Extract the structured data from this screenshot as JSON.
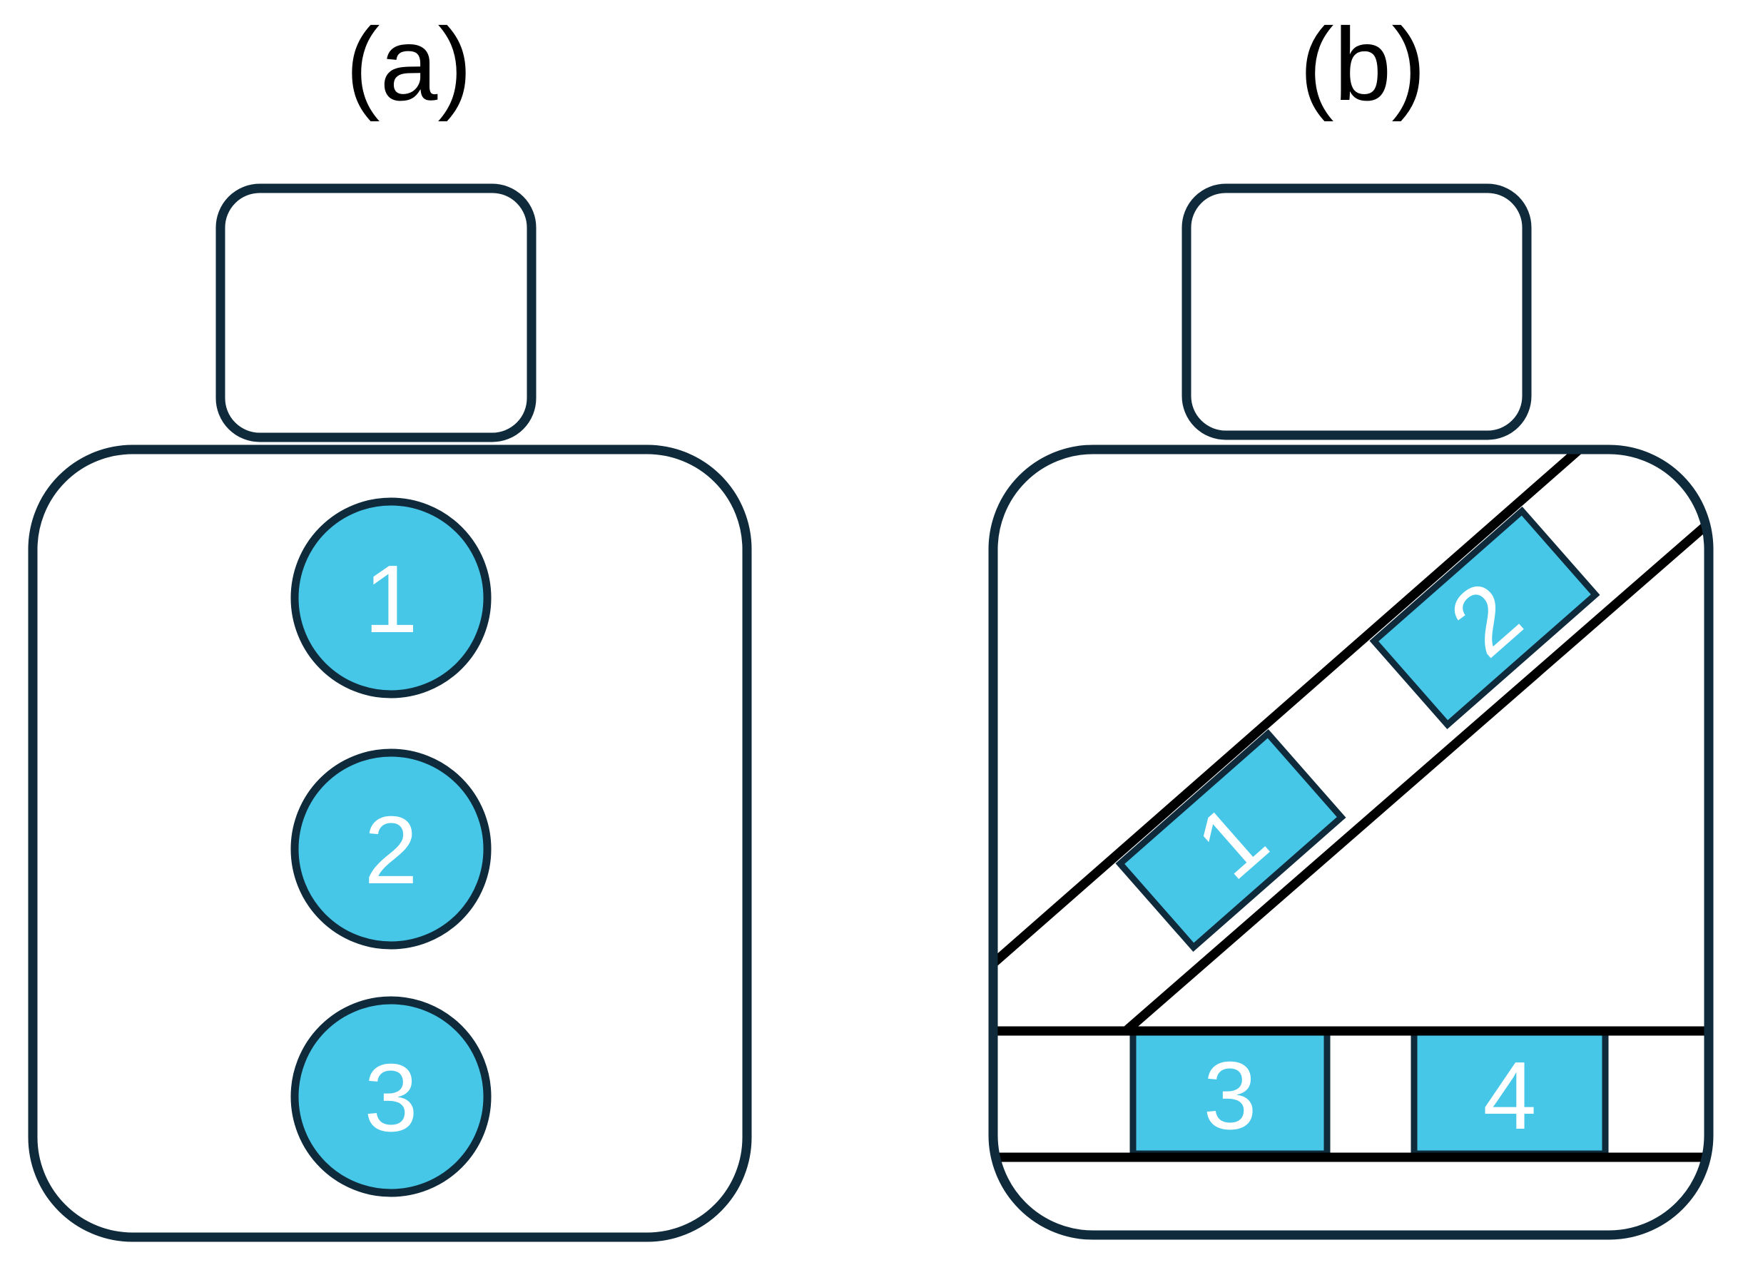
{
  "figure": {
    "panels": [
      {
        "label": "(a)",
        "description": "bottle with stacked circular ingredients",
        "items": [
          "1",
          "2",
          "3"
        ]
      },
      {
        "label": "(b)",
        "description": "bottle with diagonal band and bottom shelf segments",
        "diagonal_items": [
          "1",
          "2"
        ],
        "shelf_items": [
          "3",
          "4"
        ]
      }
    ]
  },
  "colors": {
    "outline_navy": "#0E2A3B",
    "band_black": "#000000",
    "fill_cyan": "#47C7E8",
    "number_white": "#FFFFFF",
    "label_black": "#000000",
    "background": "#FFFFFF"
  }
}
